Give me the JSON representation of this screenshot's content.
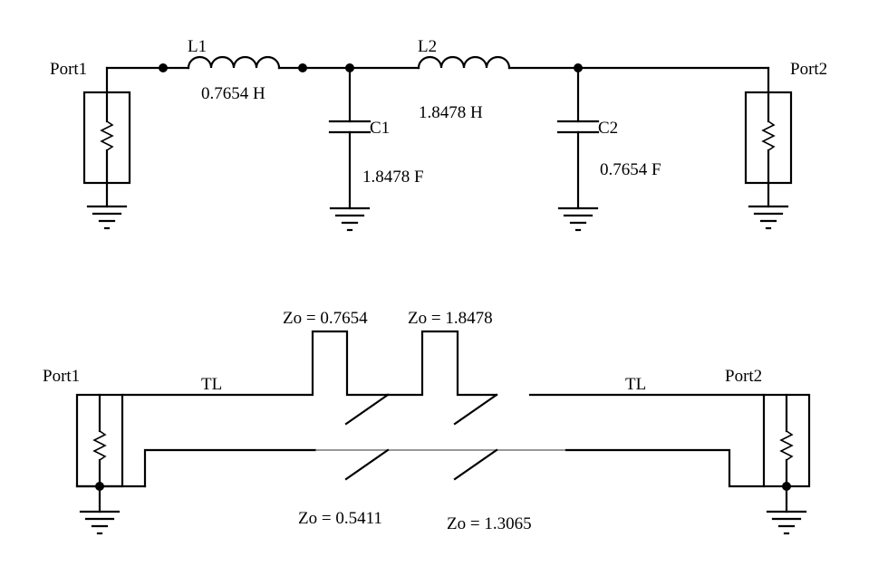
{
  "lumped": {
    "port_left": "Port1",
    "port_right": "Port2",
    "l1": {
      "name": "L1",
      "value": "0.7654 H"
    },
    "l2": {
      "name": "L2",
      "value": "1.8478 H"
    },
    "c1": {
      "name": "C1",
      "value": "1.8478 F"
    },
    "c2": {
      "name": "C2",
      "value": "0.7654 F"
    }
  },
  "distributed": {
    "port_left": "Port1",
    "port_right": "Port2",
    "tl_left": "TL",
    "tl_right": "TL",
    "stub1_zo": "Zo = 0.7654",
    "stub2_zo": "Zo = 1.8478",
    "line1_zo": "Zo = 0.5411",
    "line2_zo": "Zo = 1.3065"
  }
}
